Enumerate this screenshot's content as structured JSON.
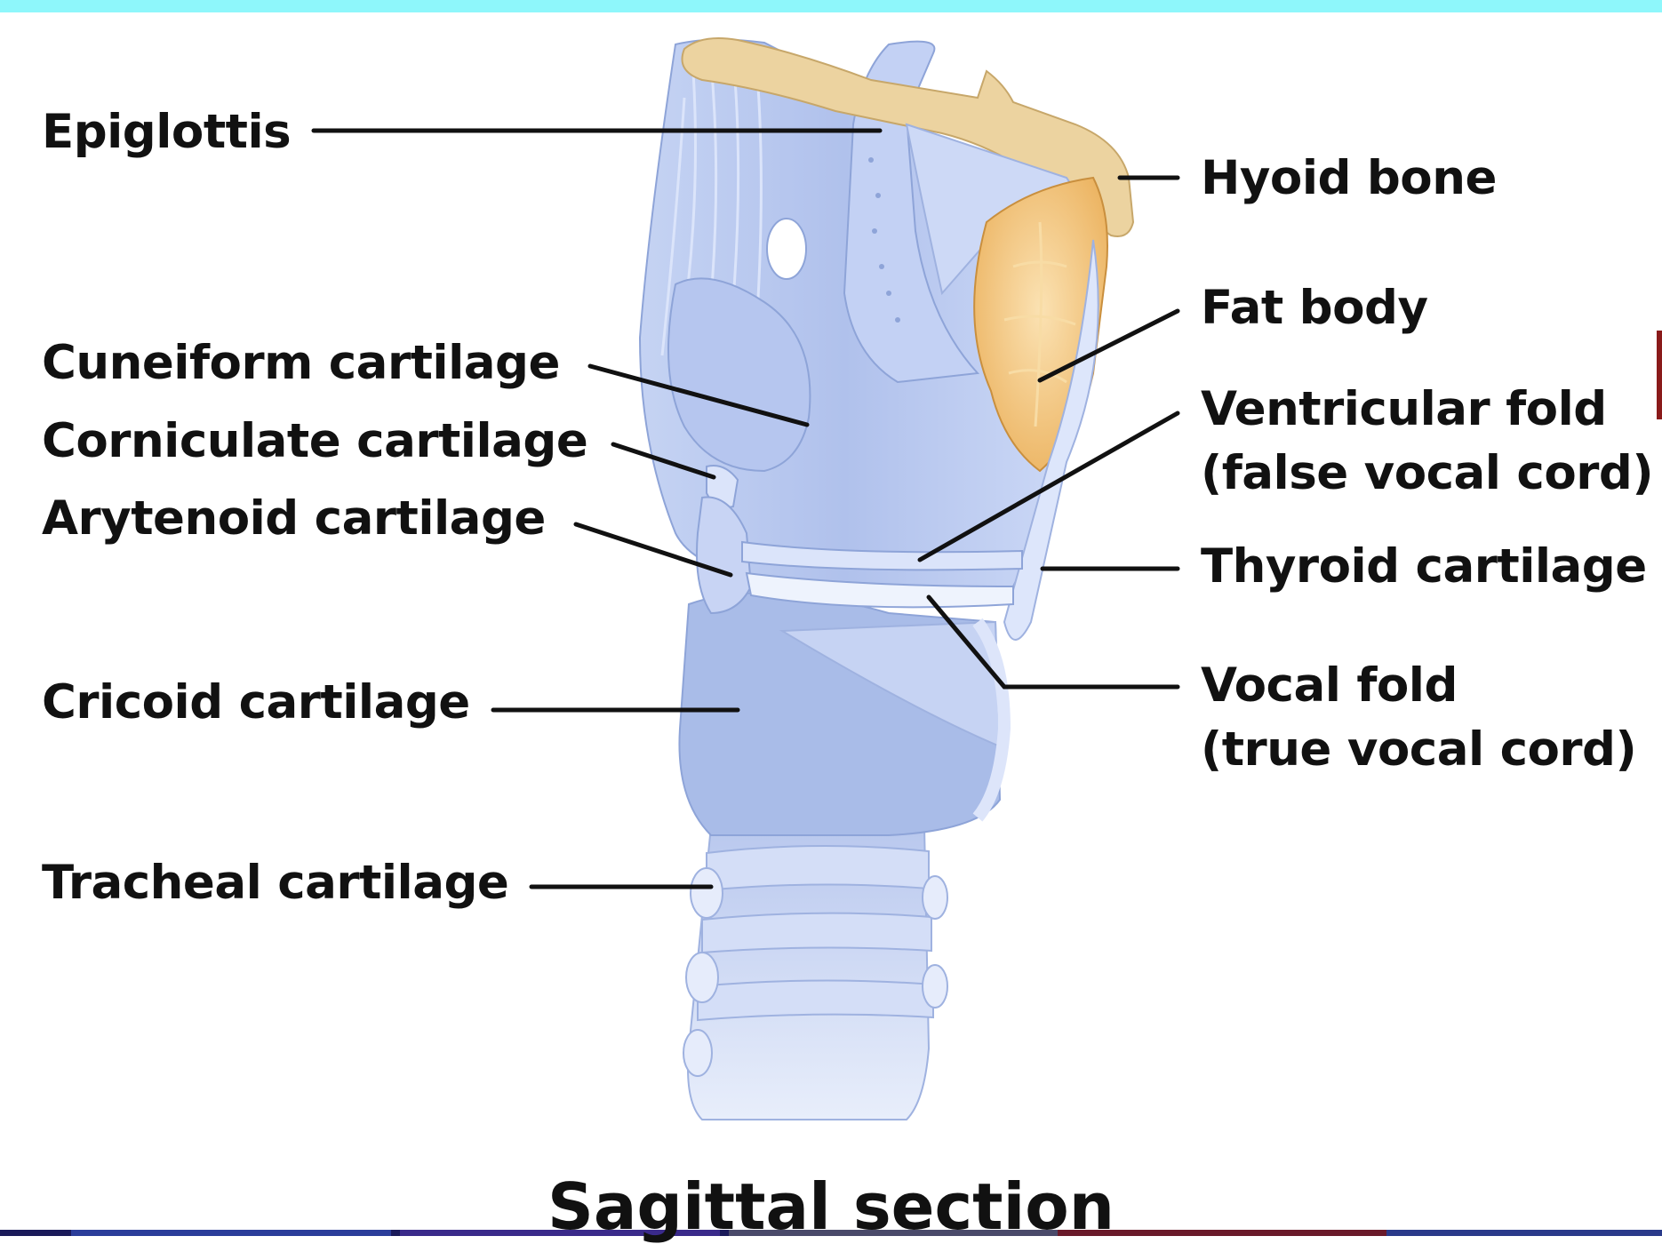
{
  "labels": {
    "epiglottis": "Epiglottis",
    "hyoid_bone": "Hyoid bone",
    "fat_body": "Fat body",
    "cuneiform_cartilage": "Cuneiform cartilage",
    "corniculate_cartilage": "Corniculate cartilage",
    "arytenoid_cartilage": "Arytenoid cartilage",
    "ventricular_fold": "Ventricular fold\n(false vocal cord)",
    "thyroid_cartilage": "Thyroid cartilage",
    "cricoid_cartilage": "Cricoid cartilage",
    "vocal_fold": "Vocal fold\n(true vocal cord)",
    "tracheal_cartilage": "Tracheal cartilage"
  },
  "caption": "Sagittal section",
  "colors": {
    "cartilage_blue": "#b7c7ee",
    "fat_yellow": "#f3c57a",
    "bone_tan": "#ecd3a0",
    "top_band": "#8ef7fb",
    "leader_line": "#111111"
  }
}
